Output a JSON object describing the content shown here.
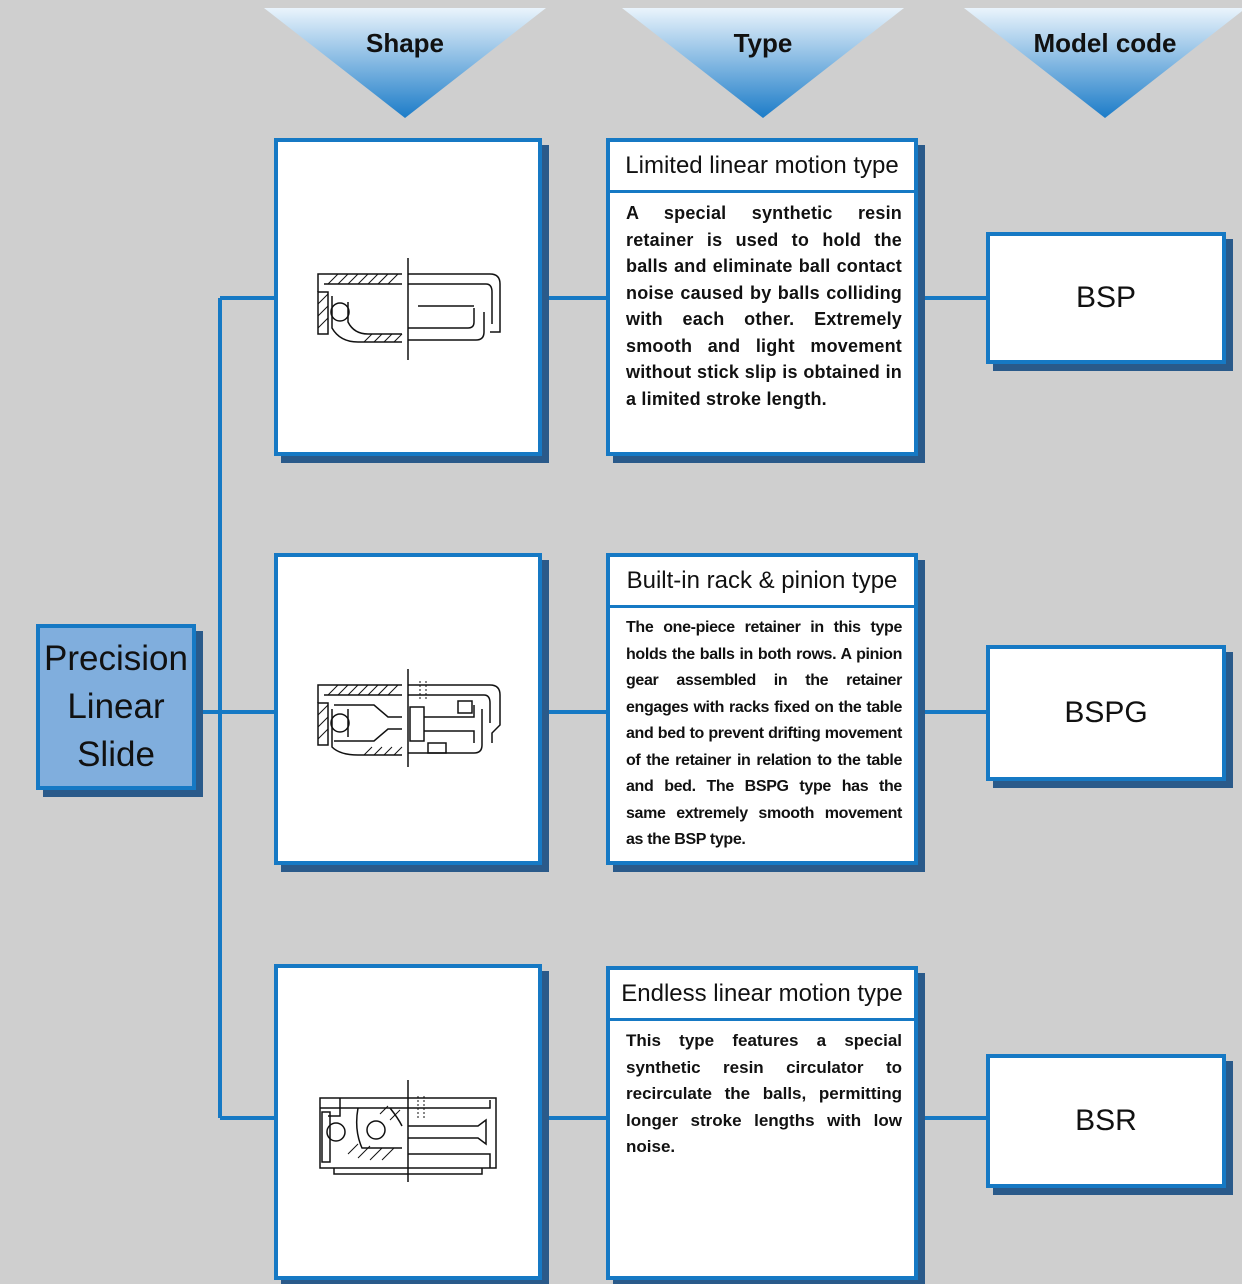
{
  "headers": {
    "shape": "Shape",
    "type": "Type",
    "model_code": "Model code"
  },
  "root": {
    "line1": "Precision",
    "line2": "Linear",
    "line3": "Slide"
  },
  "rows": [
    {
      "type_title": "Limited linear motion type",
      "description": "A special synthetic resin retainer is used to hold the balls and eliminate ball contact noise caused by balls colliding with each other.  Extremely smooth and light movement without stick slip is obtained in a limited stroke length.",
      "model": "BSP"
    },
    {
      "type_title": "Built-in rack & pinion type",
      "description": "The one-piece retainer in this type holds the balls in both rows.  A pinion gear assembled in the retainer engages with racks fixed on the table and bed to prevent drifting movement of the retainer in relation to the table and bed.  The BSPG type has the same extremely smooth movement as the BSP type.",
      "model": "BSPG"
    },
    {
      "type_title": "Endless linear motion type",
      "description": "This type features a special synthetic resin circulator to recirculate the balls, permitting longer stroke lengths with low noise.",
      "model": "BSR"
    }
  ],
  "colors": {
    "background": "#cfcfcf",
    "border_blue": "#1679c4",
    "shadow": "#2a5a8a",
    "root_fill": "#80aedd",
    "header_gradient_light": "#eaf4fc",
    "header_gradient_dark": "#1c7cc8"
  }
}
